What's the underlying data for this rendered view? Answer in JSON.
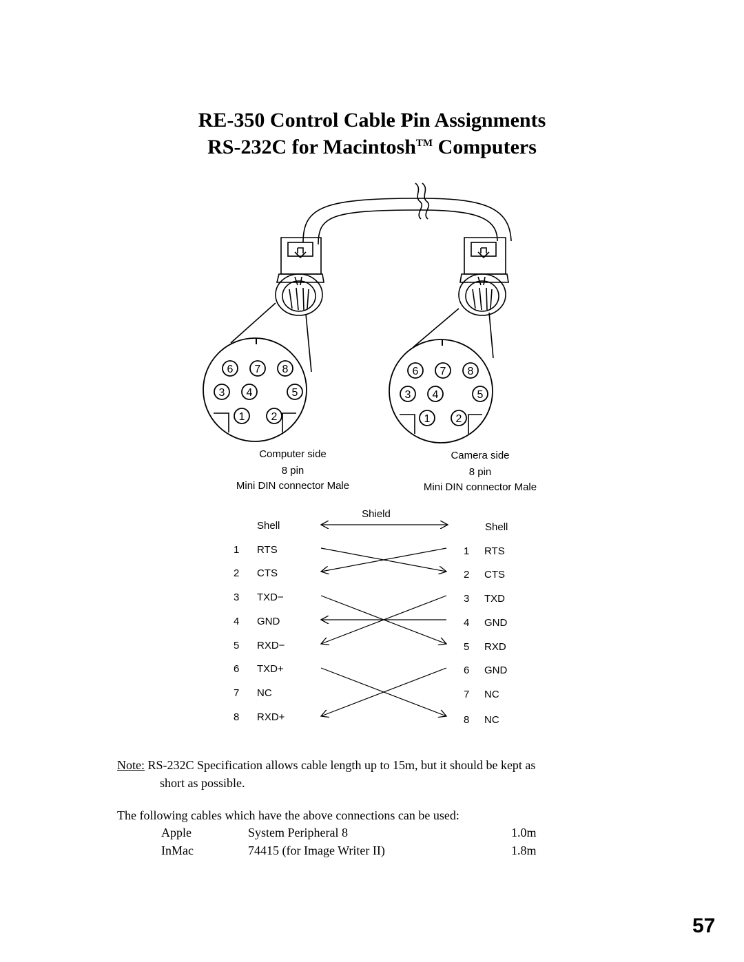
{
  "title": {
    "line1": "RE-350 Control Cable Pin Assignments",
    "line2_pre": "RS-232C for Macintosh",
    "line2_tm": "TM",
    "line2_post": "Computers"
  },
  "connectors": {
    "computer": {
      "line1": "Computer side",
      "line2": "8 pin",
      "line3": "Mini DIN connector Male"
    },
    "camera": {
      "line1": "Camera side",
      "line2": "8 pin",
      "line3": "Mini DIN connector Male"
    },
    "pin_numbers": [
      "6",
      "7",
      "8",
      "3",
      "4",
      "5",
      "1",
      "2"
    ]
  },
  "wiring": {
    "shield_label": "Shield",
    "left": [
      {
        "num": "",
        "name": "Shell"
      },
      {
        "num": "1",
        "name": "RTS"
      },
      {
        "num": "2",
        "name": "CTS"
      },
      {
        "num": "3",
        "name": "TXD−"
      },
      {
        "num": "4",
        "name": "GND"
      },
      {
        "num": "5",
        "name": "RXD−"
      },
      {
        "num": "6",
        "name": "TXD+"
      },
      {
        "num": "7",
        "name": "NC"
      },
      {
        "num": "8",
        "name": "RXD+"
      }
    ],
    "right": [
      {
        "num": "",
        "name": "Shell"
      },
      {
        "num": "1",
        "name": "RTS"
      },
      {
        "num": "2",
        "name": "CTS"
      },
      {
        "num": "3",
        "name": "TXD"
      },
      {
        "num": "4",
        "name": "GND"
      },
      {
        "num": "5",
        "name": "RXD"
      },
      {
        "num": "6",
        "name": "GND"
      },
      {
        "num": "7",
        "name": "NC"
      },
      {
        "num": "8",
        "name": "NC"
      }
    ]
  },
  "note": {
    "label": "Note:",
    "text1": "RS-232C Specification allows cable length up to 15m, but it should be kept as",
    "text2": "short as possible."
  },
  "cables": {
    "intro": "The following cables which have the above connections can be used:",
    "rows": [
      {
        "maker": "Apple",
        "model": "System Peripheral 8",
        "length": "1.0m"
      },
      {
        "maker": "InMac",
        "model": "74415 (for Image Writer II)",
        "length": "1.8m"
      }
    ]
  },
  "page_number": "57"
}
